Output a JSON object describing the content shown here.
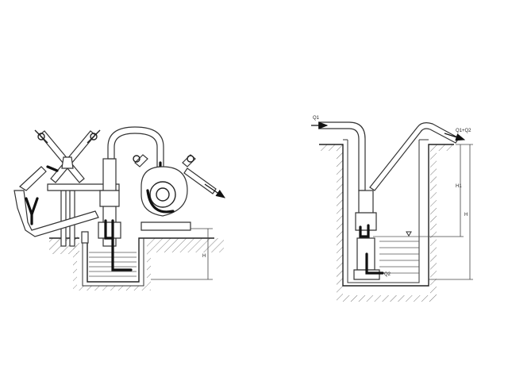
{
  "labels": {
    "left_height": "H",
    "q1": "Q1",
    "q1_plus_q2": "Q1+Q2",
    "q2": "Q2",
    "h1": "H1",
    "h": "H"
  },
  "colors": {
    "line": "#222222",
    "background": "#ffffff"
  }
}
